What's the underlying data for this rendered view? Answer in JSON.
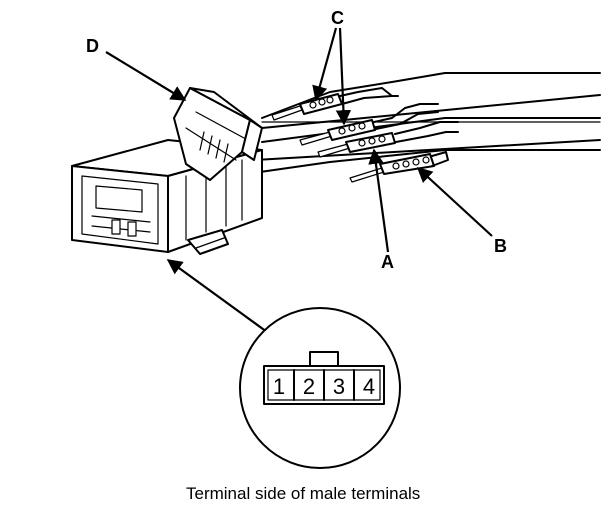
{
  "callouts": {
    "a": "A",
    "b": "B",
    "c": "C",
    "d": "D"
  },
  "terminal_view": {
    "pins": [
      "1",
      "2",
      "3",
      "4"
    ]
  },
  "caption": "Terminal side of male terminals"
}
